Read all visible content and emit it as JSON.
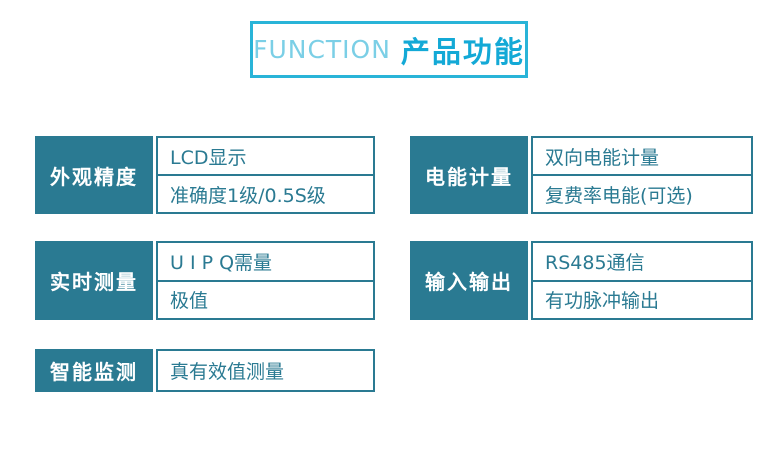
{
  "header": {
    "title_en": "FUNCTION",
    "title_zh": "产品功能"
  },
  "colors": {
    "teal": "#2a7a92",
    "title_border": "#29b4d8",
    "title_en_color": "#7bcfe6",
    "title_zh_color": "#13a9d6",
    "background": "#ffffff"
  },
  "features": [
    {
      "label": "外观精度",
      "items": [
        "LCD显示",
        "准确度1级/0.5S级"
      ]
    },
    {
      "label": "电能计量",
      "items": [
        "双向电能计量",
        "复费率电能(可选)"
      ]
    },
    {
      "label": "实时测量",
      "items": [
        "U I P Q需量",
        "极值"
      ]
    },
    {
      "label": "输入输出",
      "items": [
        "RS485通信",
        "有功脉冲输出"
      ]
    },
    {
      "label": "智能监测",
      "items": [
        "真有效值测量"
      ]
    }
  ]
}
